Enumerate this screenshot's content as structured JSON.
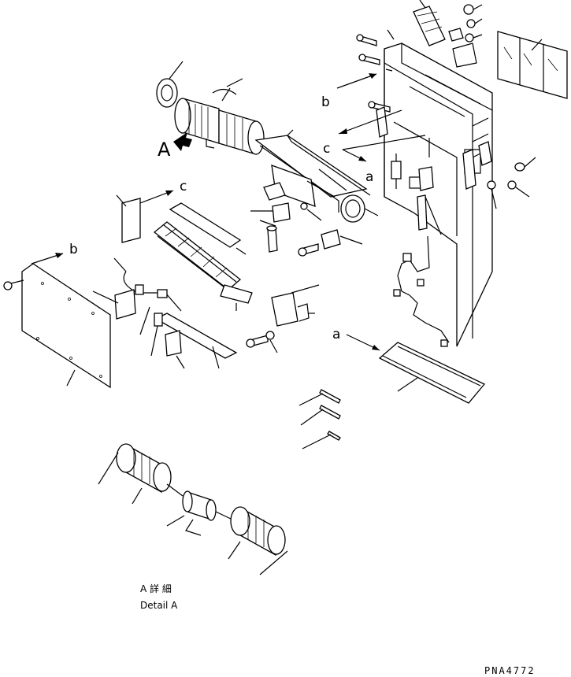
{
  "callouts": {
    "A": "A",
    "a1": "a",
    "a2": "a",
    "b1": "b",
    "b2": "b",
    "c1": "c",
    "c2": "c"
  },
  "detail": {
    "jp_label": "A 詳 細",
    "en_label": "Detail A"
  },
  "drawing_number": "PNA4772"
}
